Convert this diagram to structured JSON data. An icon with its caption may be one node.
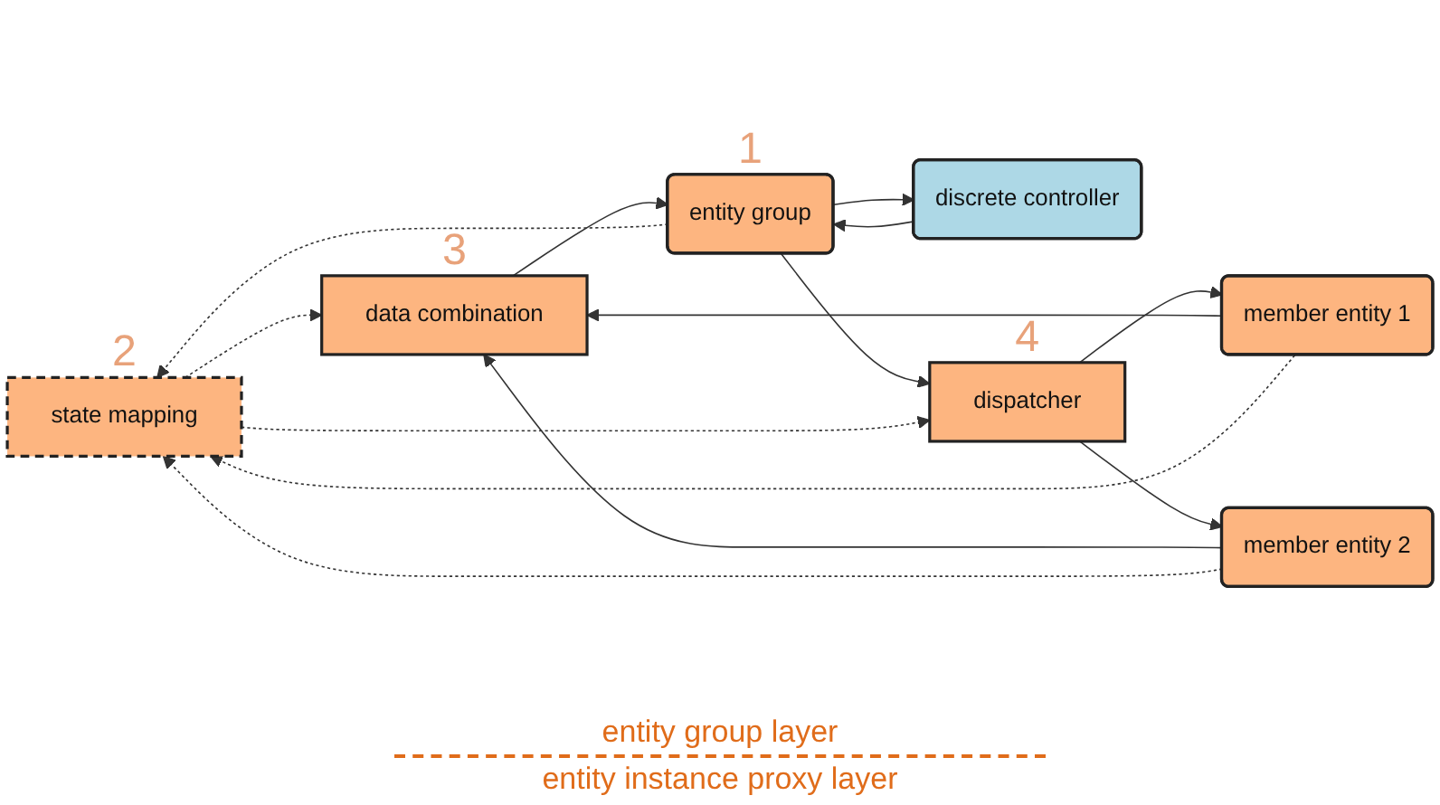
{
  "diagram": {
    "nodes": [
      {
        "text": [
          "state mapping"
        ],
        "beside": [
          "2"
        ]
      },
      {
        "text": [
          "data combination"
        ],
        "beside": [
          "3"
        ]
      },
      {
        "text": [
          "discrete controller"
        ]
      },
      {
        "text": [
          "entity group"
        ],
        "beside": [
          "1"
        ]
      },
      {
        "text": [
          "dispatcher"
        ],
        "beside": [
          "4"
        ]
      },
      {
        "text": [
          "member entity 1"
        ]
      },
      {
        "text": [
          "member entity 2"
        ]
      }
    ],
    "edges": [
      {
        "from": 0,
        "to": 1,
        "arrow": "to",
        "style": "dashed"
      },
      {
        "from": 1,
        "to": 3,
        "arrow": "to"
      },
      {
        "from": 2,
        "to": 3,
        "arrow": "to"
      },
      {
        "from": 3,
        "to": 2,
        "arrow": "to"
      },
      {
        "from": 3,
        "to": 4,
        "arrow": "to"
      },
      {
        "from": 0,
        "to": 4,
        "arrow": "to",
        "style": "dashed"
      },
      {
        "from": 3,
        "to": 0,
        "arrow": "to",
        "style": "dashed"
      },
      {
        "from": 4,
        "to": 5,
        "arrow": "to"
      },
      {
        "from": 4,
        "to": 6,
        "arrow": "to"
      },
      {
        "from": 5,
        "to": 1,
        "arrow": "to"
      },
      {
        "from": 6,
        "to": 1,
        "arrow": "to"
      },
      {
        "from": 5,
        "to": 0,
        "arrow": "to",
        "style": "dashed"
      },
      {
        "from": 6,
        "to": 0,
        "arrow": "to",
        "style": "dashed"
      }
    ],
    "labels": [
      "entity group layer",
      "entity instance proxy layer"
    ]
  }
}
